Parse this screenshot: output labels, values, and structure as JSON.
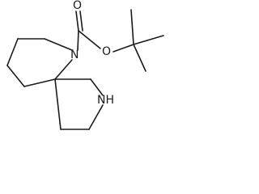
{
  "molecule": {
    "atoms": {
      "pyrrolidine_nitrogen": "N",
      "carbonyl_oxygen": "O",
      "ester_oxygen": "O",
      "secondary_amine": "NH"
    }
  }
}
